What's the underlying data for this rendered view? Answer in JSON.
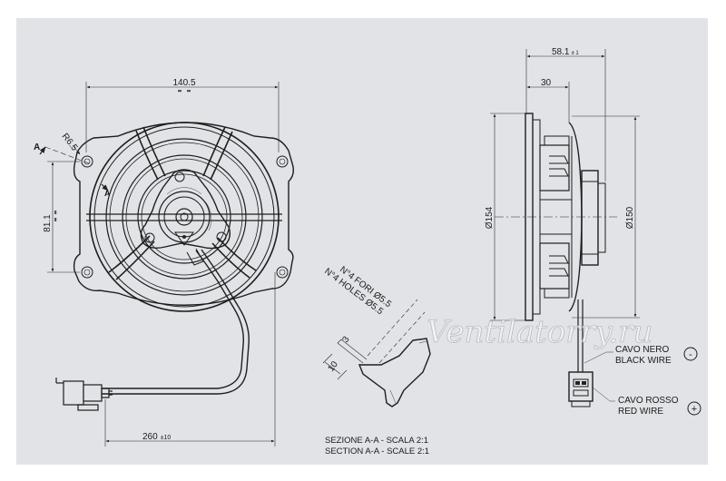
{
  "dimensions": {
    "width_front": "140.5",
    "mount_height": "81.1",
    "corner_radius": "R6.5",
    "cable_length": "260",
    "cable_tol": "±10",
    "total_depth": "58.1",
    "total_depth_tol": "± 1",
    "body_depth": "30",
    "outer_diameter": "Ø154",
    "inner_diameter": "Ø150",
    "section_thickness": "3",
    "section_height": "10"
  },
  "section_markers": {
    "a_top": "A",
    "a_side": "A"
  },
  "holes": {
    "it": "N°4 FORI Ø5.5",
    "en": "N°4 HOLES Ø5.5"
  },
  "section_caption": {
    "it": "SEZIONE A-A - SCALA 2:1",
    "en": "SECTION A-A - SCALE 2:1"
  },
  "wires": {
    "black_it": "CAVO NERO",
    "black_en": "BLACK WIRE",
    "black_symbol": "-",
    "red_it": "CAVO ROSSO",
    "red_en": "RED WIRE",
    "red_symbol": "+"
  },
  "watermark": "Ventilatorry.ru",
  "colors": {
    "sheet": "#e2e3e7",
    "ink": "#1e1e1e"
  }
}
